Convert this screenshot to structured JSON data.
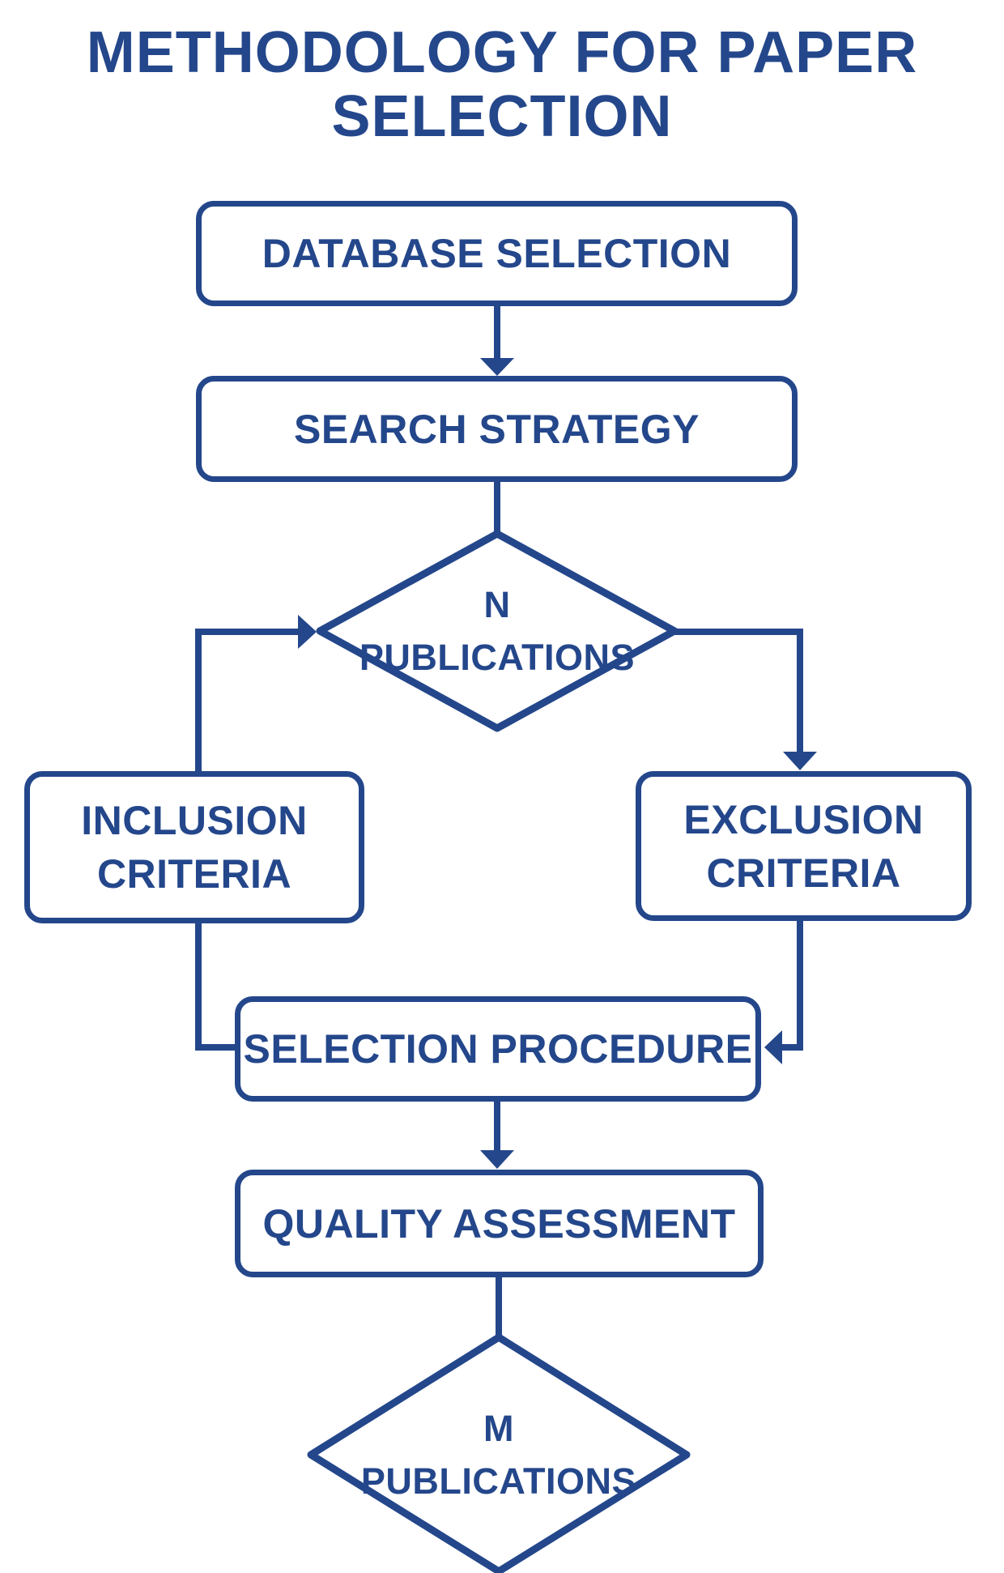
{
  "title": "METHODOLOGY FOR PAPER SELECTION",
  "colors": {
    "accent": "#24478b",
    "background": "#ffffff"
  },
  "nodes": [
    {
      "id": "database-selection",
      "shape": "rounded-rect",
      "label": "DATABASE SELECTION"
    },
    {
      "id": "search-strategy",
      "shape": "rounded-rect",
      "label": "SEARCH STRATEGY"
    },
    {
      "id": "n-publications",
      "shape": "diamond",
      "label_line1": "N",
      "label_line2": "PUBLICATIONS"
    },
    {
      "id": "inclusion-criteria",
      "shape": "rounded-rect",
      "label_line1": "INCLUSION",
      "label_line2": "CRITERIA"
    },
    {
      "id": "exclusion-criteria",
      "shape": "rounded-rect",
      "label_line1": "EXCLUSION",
      "label_line2": "CRITERIA"
    },
    {
      "id": "selection-procedure",
      "shape": "rounded-rect",
      "label": "SELECTION PROCEDURE"
    },
    {
      "id": "quality-assessment",
      "shape": "rounded-rect",
      "label": "QUALITY ASSESSMENT"
    },
    {
      "id": "m-publications",
      "shape": "diamond",
      "label_line1": "M",
      "label_line2": "PUBLICATIONS"
    }
  ],
  "edges": [
    {
      "from": "database-selection",
      "to": "search-strategy",
      "arrowhead": true
    },
    {
      "from": "search-strategy",
      "to": "n-publications",
      "arrowhead": false
    },
    {
      "from": "inclusion-criteria",
      "to": "n-publications",
      "arrowhead": true
    },
    {
      "from": "n-publications",
      "to": "exclusion-criteria",
      "arrowhead": true
    },
    {
      "from": "inclusion-criteria",
      "to": "selection-procedure",
      "arrowhead": false
    },
    {
      "from": "exclusion-criteria",
      "to": "selection-procedure",
      "arrowhead": true
    },
    {
      "from": "selection-procedure",
      "to": "quality-assessment",
      "arrowhead": true
    },
    {
      "from": "quality-assessment",
      "to": "m-publications",
      "arrowhead": false
    }
  ]
}
